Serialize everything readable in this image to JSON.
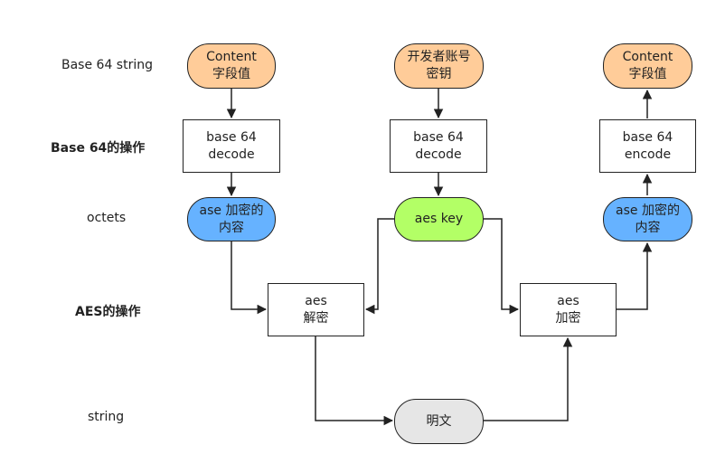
{
  "row_labels": {
    "base64_string": "Base 64 string",
    "base64_op": "Base 64的操作",
    "octets": "octets",
    "aes_op": "AES的操作",
    "string": "string"
  },
  "nodes": {
    "content_in": "Content\n字段值",
    "dev_key": "开发者账号\n密钥",
    "content_out": "Content\n字段值",
    "b64_decode_left": "base 64\ndecode",
    "b64_decode_mid": "base 64\ndecode",
    "b64_encode_right": "base 64\nencode",
    "encrypted_in": "ase 加密的\n内容",
    "aes_key": "aes key",
    "encrypted_out": "ase 加密的\n内容",
    "aes_decrypt": "aes\n解密",
    "aes_encrypt": "aes\n加密",
    "plaintext": "明文"
  },
  "colors": {
    "orange": "#FFCC99",
    "blue": "#66B2FF",
    "green": "#B3FF66",
    "gray": "#E6E6E6",
    "stroke": "#222222"
  }
}
